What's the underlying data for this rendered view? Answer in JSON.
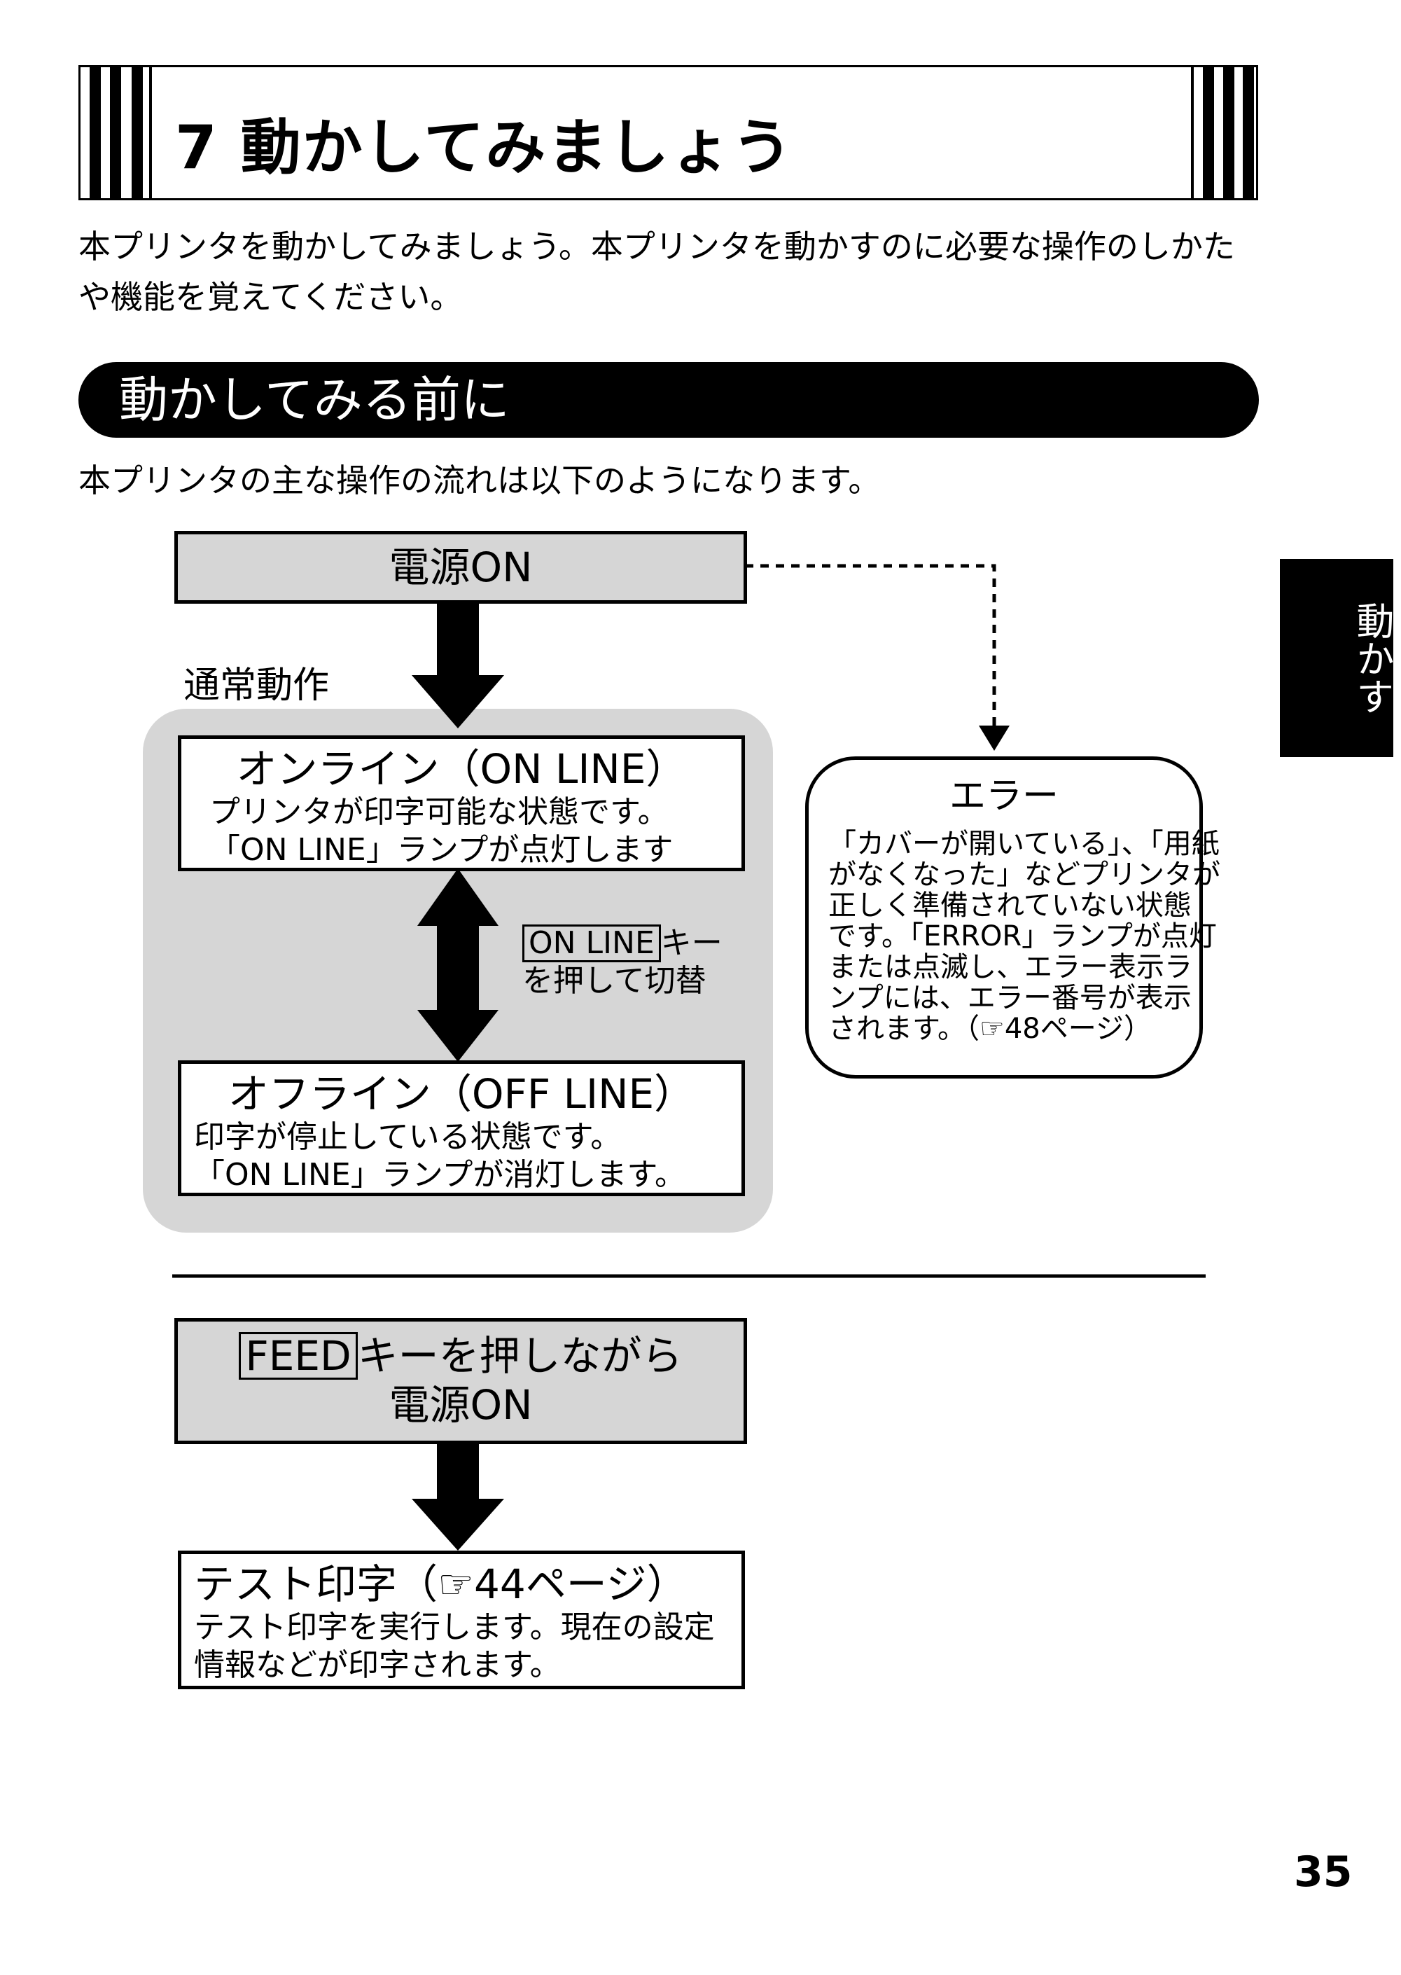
{
  "chapter": {
    "title": "7 動かしてみましょう"
  },
  "intro": {
    "line1": "本プリンタを動かしてみましょう。本プリンタを動かすのに必要な操作のしかた",
    "line2": "や機能を覚えてください。"
  },
  "section": {
    "title": "動かしてみる前に"
  },
  "flow_intro": "本プリンタの主な操作の流れは以下のようになります。",
  "side_tab": {
    "label": "動かす"
  },
  "flow": {
    "power_on": "電源ON",
    "normal_label": "通常動作",
    "online": {
      "title": "オンライン（ON LINE）",
      "line1": "プリンタが印字可能な状態です。",
      "line2": "「ON LINE」ランプが点灯します"
    },
    "switch_note": {
      "key": "ON LINE",
      "after_key": "キー",
      "line2": "を押して切替"
    },
    "offline": {
      "title": "オフライン（OFF LINE）",
      "line1": "印字が停止している状態です。",
      "line2": "「ON LINE」ランプが消灯します。"
    },
    "error": {
      "title": "エラー",
      "lines": [
        "「カバーが開いている」、「用紙",
        "がなくなった」などプリンタが",
        "正しく準備されていない状態",
        "です。「ERROR」ランプが点灯",
        "または点滅し、エラー表示ラ",
        "ンプには、エラー番号が表示",
        "されます。（☞48ページ）"
      ]
    },
    "feed": {
      "key": "FEED",
      "after_key": "キーを押しながら",
      "line2": "電源ON"
    },
    "test_print": {
      "title": "テスト印字（☞44ページ）",
      "line1": "テスト印字を実行します。現在の設定",
      "line2": "情報などが印字されます。"
    }
  },
  "page_number": "35"
}
